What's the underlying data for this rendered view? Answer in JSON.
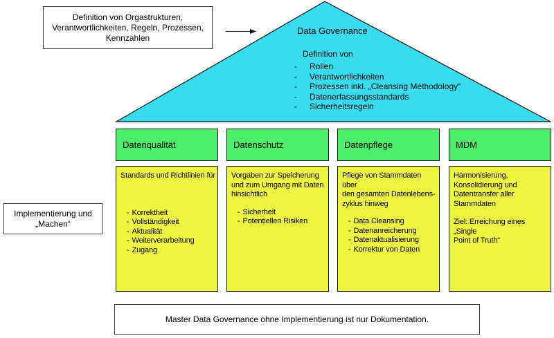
{
  "palette": {
    "roof_fill": "#38DCEF",
    "header_fill": "#4DEE6A",
    "body_fill": "#EDF53F"
  },
  "definition_note": {
    "text": "Definition von Orgastrukturen,\nVerantwortlichkeiten, Regeln, Prozessen,\nKennzahlen"
  },
  "implementation_note": {
    "text": "Implementierung und\n„Machen“"
  },
  "roof": {
    "title": "Data Governance",
    "subtitle": "Definition von",
    "items": [
      "Rollen",
      "Verantwortlichkeiten",
      "Prozessen inkl. „Cleansing Methodology“",
      "Datenerfassungsstandards",
      "Sicherheitsregeln"
    ]
  },
  "pillars": [
    {
      "title": "Datenqualität",
      "intro": "Standards und Richtlinien für",
      "items": [
        "Korrektheit",
        "Vollständigkeit",
        "Aktualität",
        "Weiterverarbeitung",
        "Zugang"
      ]
    },
    {
      "title": "Datenschutz",
      "intro": "Vorgaben zur Speicherung\nund zum Umgang mit Daten\nhinsichtlich",
      "items": [
        "Sicherheit",
        "Potentiellen Risiken"
      ]
    },
    {
      "title": "Datenpflege",
      "intro": "Pflege von Stammdaten über\nden gesamten Datenlebens-\nzyklus hinweg",
      "items": [
        "Data Cleansing",
        "Datenanreicherung",
        "Datenaktualisierung",
        "Korrektur von Daten"
      ]
    },
    {
      "title": "MDM",
      "intro": "Harmonisierung,\nKonsolidierung und\nDatentransfer aller\nStammdaten",
      "items": [],
      "note": "Ziel: Erreichung eines „Single\nPoint of Truth“"
    }
  ],
  "footer": {
    "text": "Master Data Governance ohne Implementierung ist nur Dokumentation."
  }
}
